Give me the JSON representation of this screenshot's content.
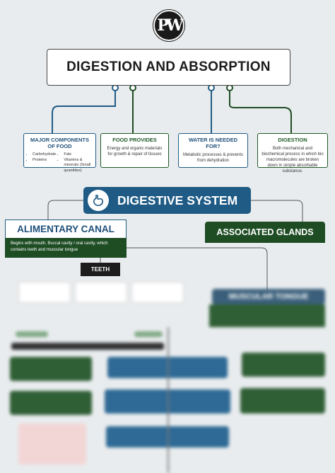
{
  "logo": {
    "text": "PW"
  },
  "title": "DIGESTION AND ABSORPTION",
  "cards": {
    "components": {
      "heading": "MAJOR COMPONENTS OF FOOD",
      "items_left": [
        "Carbohydrate",
        "Proteins"
      ],
      "items_right": [
        "Fats",
        "Vitamins & minerals (Small quantities)"
      ]
    },
    "food_provides": {
      "heading": "FOOD PROVIDES",
      "text": "Energy and organic materials for growth & repair of tissues"
    },
    "water": {
      "heading": "WATER IS NEEDED FOR?",
      "text": "Metabolic processes &  prevents from dehydration"
    },
    "digestion": {
      "heading": "DIGESTION",
      "text": "Both mechanical and biochemical process in which bio macromolecules are broken down in simple absorbable substance."
    }
  },
  "digestive_system": {
    "label": "DIGESTIVE SYSTEM",
    "icon": "stomach-icon"
  },
  "alimentary_canal": {
    "label": "ALIMENTARY CANAL",
    "description": "Begins with mouth. Buccal cavity / oral cavity, which contains teeth and muscular tongue"
  },
  "associated_glands": {
    "label": "ASSOCIATED GLANDS"
  },
  "teeth": {
    "label": "TEETH"
  },
  "blurred": {
    "muscular_tongue": "MUSCULAR TONGUE"
  },
  "colors": {
    "blue": "#1f5b85",
    "green": "#1e4d24",
    "dark": "#1d1d1d"
  }
}
